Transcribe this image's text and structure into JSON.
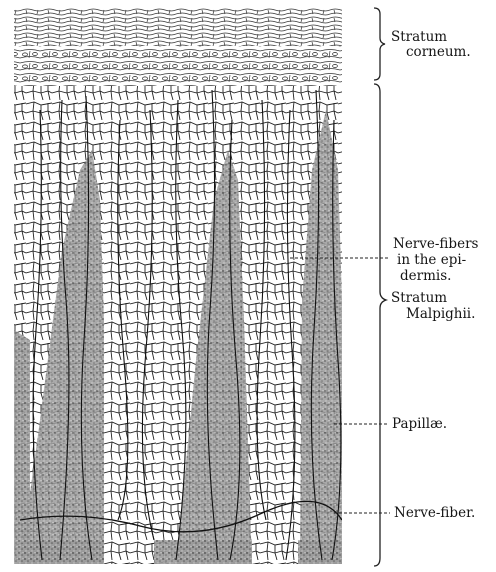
{
  "labels": {
    "stratum_corneum_1": "Stratum",
    "stratum_corneum_2": "corneum.",
    "nerve_fibers_1": "Nerve-fibers",
    "nerve_fibers_2": "in the epi-",
    "nerve_fibers_3": "dermis.",
    "stratum_malpighii_1": "Stratum",
    "stratum_malpighii_2": "Malpighii.",
    "papillae": "Papillæ.",
    "nerve_fiber": "Nerve-fiber."
  },
  "colors": {
    "ink": "#1a1a1a",
    "stipple": "#8a8a8a",
    "paper": "#ffffff"
  }
}
